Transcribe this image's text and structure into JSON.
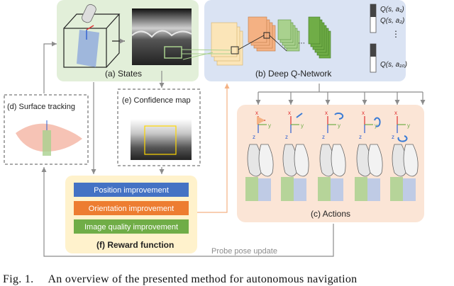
{
  "panels": {
    "states": "(a) States",
    "dqn": "(b) Deep Q-Network",
    "surface": "(d) Surface tracking",
    "confidence": "(e) Confidence map",
    "reward": "(f) Reward function",
    "actions": "(c) Actions"
  },
  "q_values": [
    "Q(s, a₁)",
    "Q(s, a₂)",
    "Q(s, a₁₀)"
  ],
  "q_ellipsis": "⋮",
  "reward_items": [
    {
      "label": "Position improvement",
      "color": "#4472c4"
    },
    {
      "label": "Orientation  improvement",
      "color": "#ed7d31"
    },
    {
      "label": "Image quality  improvement",
      "color": "#70ad47"
    }
  ],
  "feedback_label": "Probe pose update",
  "axis_labels": {
    "x": "x",
    "y": "y",
    "z": "z"
  },
  "caption": {
    "fig": "Fig. 1.",
    "text": "An overview of the presented method for autonomous navigation"
  },
  "colors": {
    "states_bg": "#e2efd9",
    "dqn_bg": "#dae3f3",
    "actions_bg": "#fbe5d6",
    "reward_bg": "#fff2cc",
    "arrow_gray": "#8c8c8c",
    "arrow_orange": "#f4b183",
    "highlight": "#a9d18e"
  }
}
